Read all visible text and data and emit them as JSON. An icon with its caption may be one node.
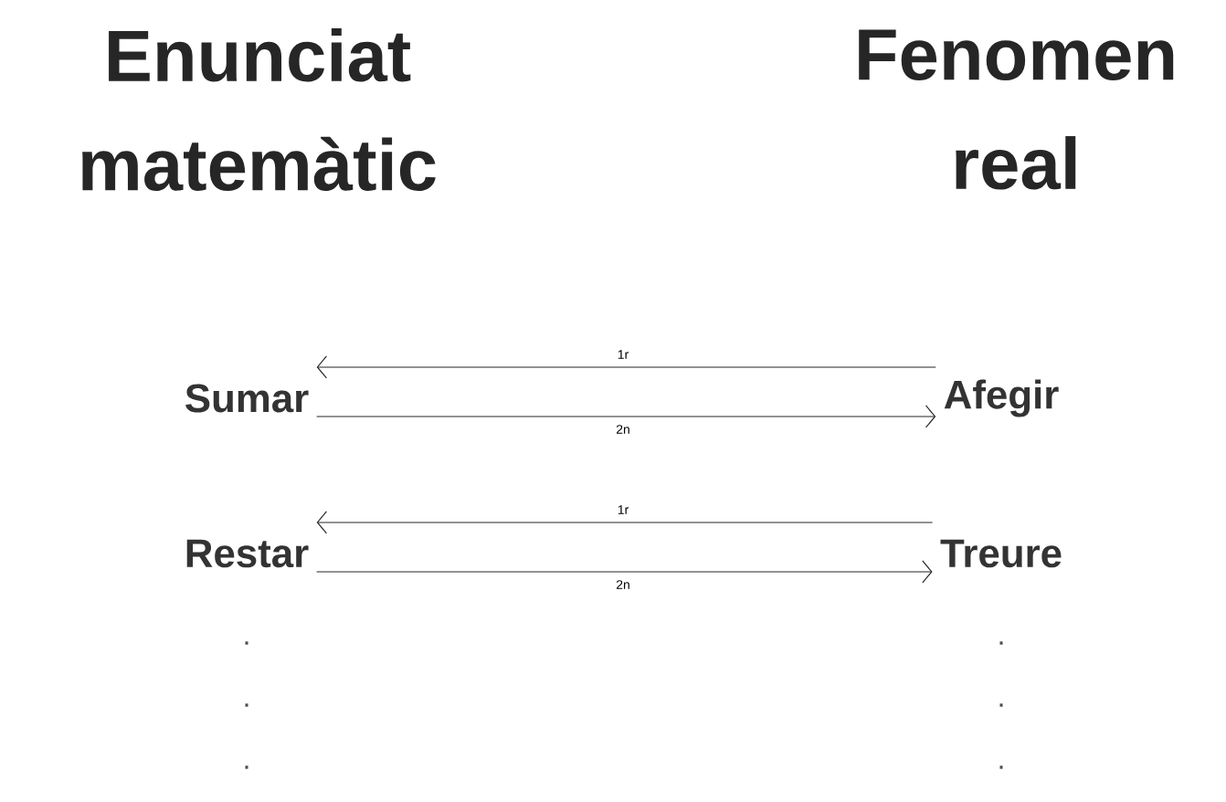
{
  "diagram": {
    "nodes": [
      {
        "text": [
          "Sumar"
        ]
      },
      {
        "text": [
          "Afegir"
        ]
      },
      {
        "text": [
          "Restar"
        ]
      },
      {
        "text": [
          "Treure"
        ]
      }
    ],
    "edges": [
      {
        "from": 1,
        "to": 0,
        "arrow": "to",
        "label": "1r"
      },
      {
        "from": 0,
        "to": 1,
        "arrow": "to",
        "label": "2n"
      },
      {
        "from": 3,
        "to": 2,
        "arrow": "to",
        "label": "1r"
      },
      {
        "from": 2,
        "to": 3,
        "arrow": "to",
        "label": "2n"
      }
    ],
    "labels": [
      "Enunciat matemàtic",
      "Fenomen real",
      ".",
      ".",
      ".",
      ".",
      ".",
      "."
    ]
  }
}
